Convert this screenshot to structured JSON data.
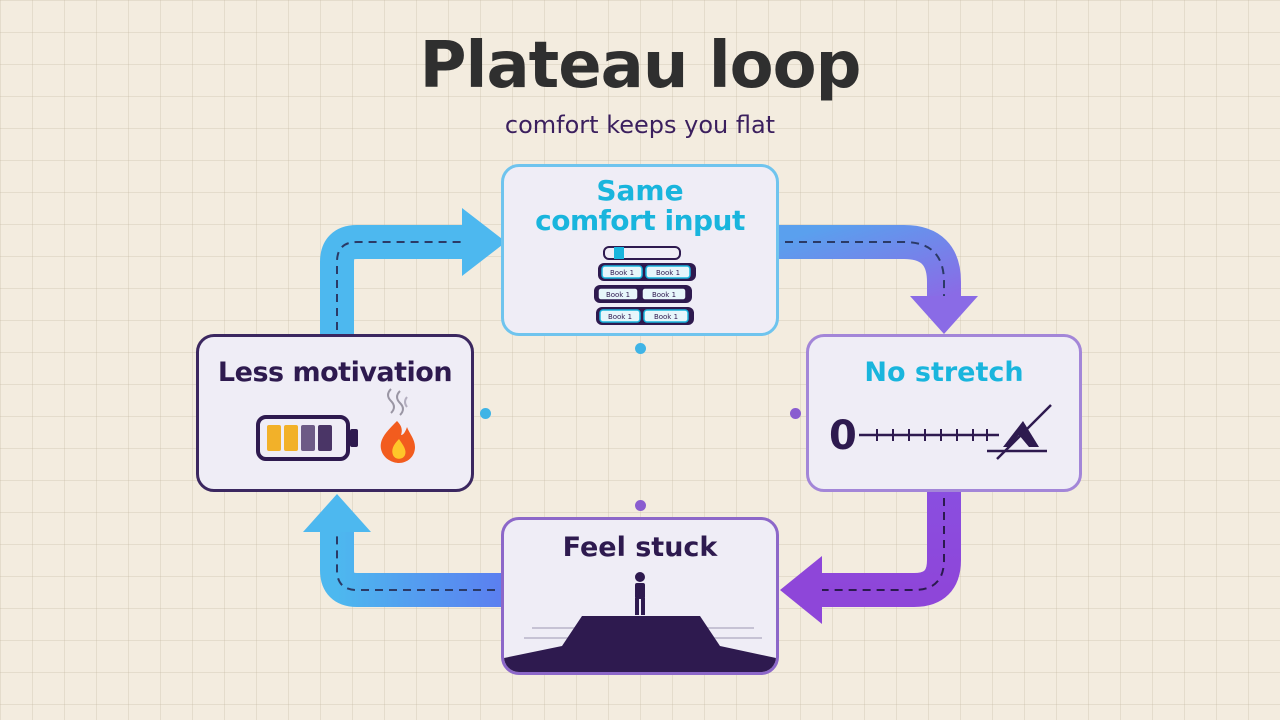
{
  "title": "Plateau loop",
  "subtitle": "comfort keeps you flat",
  "steps": {
    "top": {
      "line1": "Same",
      "line2": "comfort input"
    },
    "right": {
      "label": "No stretch",
      "zero": "0"
    },
    "bottom": {
      "label": "Feel stuck"
    },
    "left": {
      "label": "Less motivation"
    }
  },
  "book_label": "Book 1",
  "battery_level": 0.5,
  "colors": {
    "title": "#2f2f2f",
    "subtitle": "#3b1f5e",
    "cyan_text": "#19b5dd",
    "dark_purple": "#2e1a4f",
    "arrow_blue": "#4db8ef",
    "arrow_purple": "#8a4ee0",
    "battery_fill": "#f2b129"
  }
}
